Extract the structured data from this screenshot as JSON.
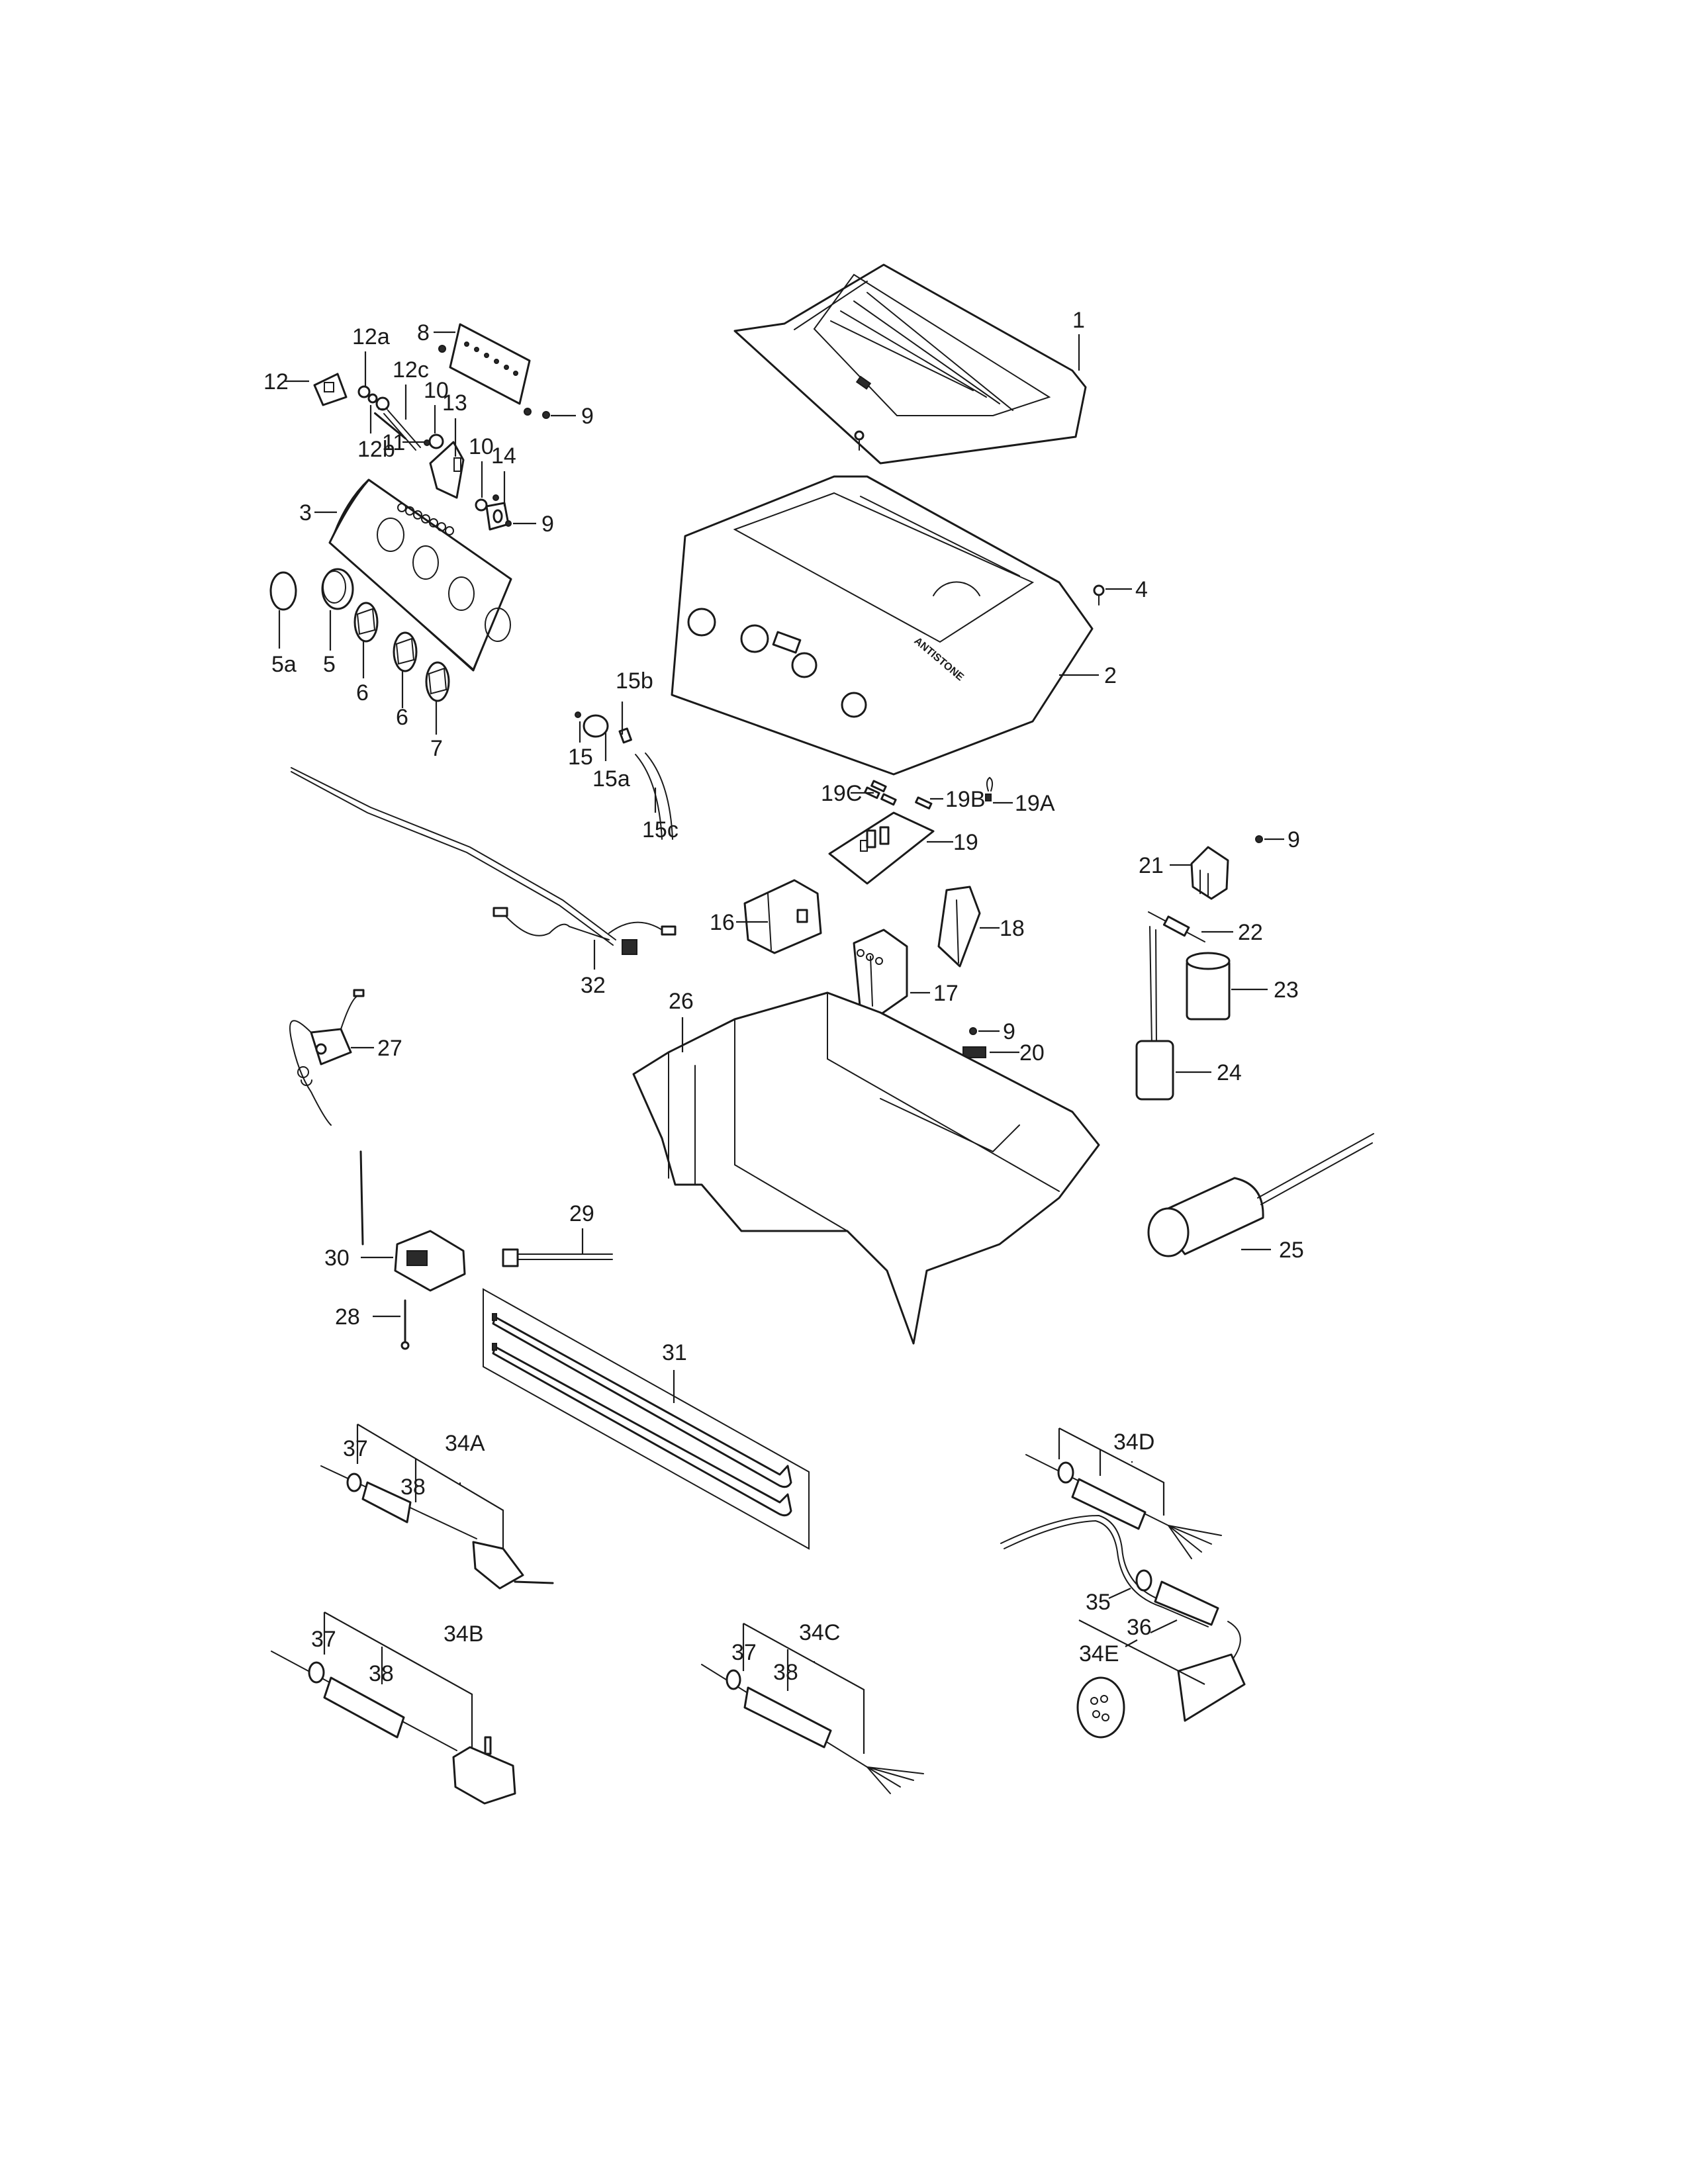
{
  "diagram": {
    "type": "exploded-parts-diagram",
    "parts": [
      {
        "id": "1",
        "name": "top-cover"
      },
      {
        "id": "2",
        "name": "front-housing"
      },
      {
        "id": "3",
        "name": "front-panel-overlay"
      },
      {
        "id": "4",
        "name": "screw"
      },
      {
        "id": "5",
        "name": "display-bezel"
      },
      {
        "id": "5a",
        "name": "display-lens"
      },
      {
        "id": "6",
        "name": "control-knob"
      },
      {
        "id": "7",
        "name": "control-knob"
      },
      {
        "id": "8",
        "name": "led-circuit-board"
      },
      {
        "id": "9",
        "name": "screw"
      },
      {
        "id": "10",
        "name": "o-ring"
      },
      {
        "id": "11",
        "name": "screw"
      },
      {
        "id": "12",
        "name": "plate"
      },
      {
        "id": "12a",
        "name": "washer"
      },
      {
        "id": "12b",
        "name": "o-ring"
      },
      {
        "id": "12c",
        "name": "probe"
      },
      {
        "id": "13",
        "name": "rotary-switch"
      },
      {
        "id": "14",
        "name": "switch-plate"
      },
      {
        "id": "15",
        "name": "screw"
      },
      {
        "id": "15a",
        "name": "valve"
      },
      {
        "id": "15b",
        "name": "fitting"
      },
      {
        "id": "15c",
        "name": "hose"
      },
      {
        "id": "16",
        "name": "transformer"
      },
      {
        "id": "17",
        "name": "contactor"
      },
      {
        "id": "18",
        "name": "overload-relay"
      },
      {
        "id": "19",
        "name": "main-pcb"
      },
      {
        "id": "19A",
        "name": "jumper"
      },
      {
        "id": "19B",
        "name": "fuse"
      },
      {
        "id": "19C",
        "name": "fuses"
      },
      {
        "id": "20",
        "name": "terminal-block"
      },
      {
        "id": "21",
        "name": "relay"
      },
      {
        "id": "22",
        "name": "resistor"
      },
      {
        "id": "23",
        "name": "capacitor"
      },
      {
        "id": "24",
        "name": "capacitor"
      },
      {
        "id": "25",
        "name": "capacitor"
      },
      {
        "id": "26",
        "name": "base-chassis"
      },
      {
        "id": "27",
        "name": "thermostat"
      },
      {
        "id": "28",
        "name": "bolt"
      },
      {
        "id": "29",
        "name": "connector-cable"
      },
      {
        "id": "30",
        "name": "terminal-box"
      },
      {
        "id": "31",
        "name": "heating-elements"
      },
      {
        "id": "32",
        "name": "wiring-harness"
      },
      {
        "id": "34A",
        "name": "power-cord-schuko"
      },
      {
        "id": "34B",
        "name": "power-cord-uk"
      },
      {
        "id": "34C",
        "name": "power-cord-open-end"
      },
      {
        "id": "34D",
        "name": "power-cord-open-end"
      },
      {
        "id": "34E",
        "name": "power-cord-cee"
      },
      {
        "id": "35",
        "name": "lock-nut"
      },
      {
        "id": "36",
        "name": "cable-gland"
      },
      {
        "id": "37",
        "name": "lock-nut"
      },
      {
        "id": "38",
        "name": "cable-gland"
      }
    ],
    "housing_marking": "ANTISTONE"
  },
  "labels": {
    "l1": "1",
    "l2": "2",
    "l3": "3",
    "l4": "4",
    "l5": "5",
    "l5a": "5a",
    "l6a": "6",
    "l6b": "6",
    "l7": "7",
    "l8": "8",
    "l9a": "9",
    "l9b": "9",
    "l9c": "9",
    "l9d": "9",
    "l10a": "10",
    "l10b": "10",
    "l11": "11",
    "l12": "12",
    "l12a": "12a",
    "l12b": "12b",
    "l12c": "12c",
    "l13": "13",
    "l14": "14",
    "l15": "15",
    "l15a": "15a",
    "l15b": "15b",
    "l15c": "15c",
    "l16": "16",
    "l17": "17",
    "l18": "18",
    "l19": "19",
    "l19A": "19A",
    "l19B": "19B",
    "l19C": "19C",
    "l20": "20",
    "l21": "21",
    "l22": "22",
    "l23": "23",
    "l24": "24",
    "l25": "25",
    "l26": "26",
    "l27": "27",
    "l28": "28",
    "l29": "29",
    "l30": "30",
    "l31": "31",
    "l32": "32",
    "l34A": "34A",
    "l34B": "34B",
    "l34C": "34C",
    "l34D": "34D",
    "l34E": "34E",
    "l35": "35",
    "l36": "36",
    "l37a": "37",
    "l38a": "38",
    "l37b": "37",
    "l38b": "38",
    "l37c": "37",
    "l38c": "38"
  }
}
